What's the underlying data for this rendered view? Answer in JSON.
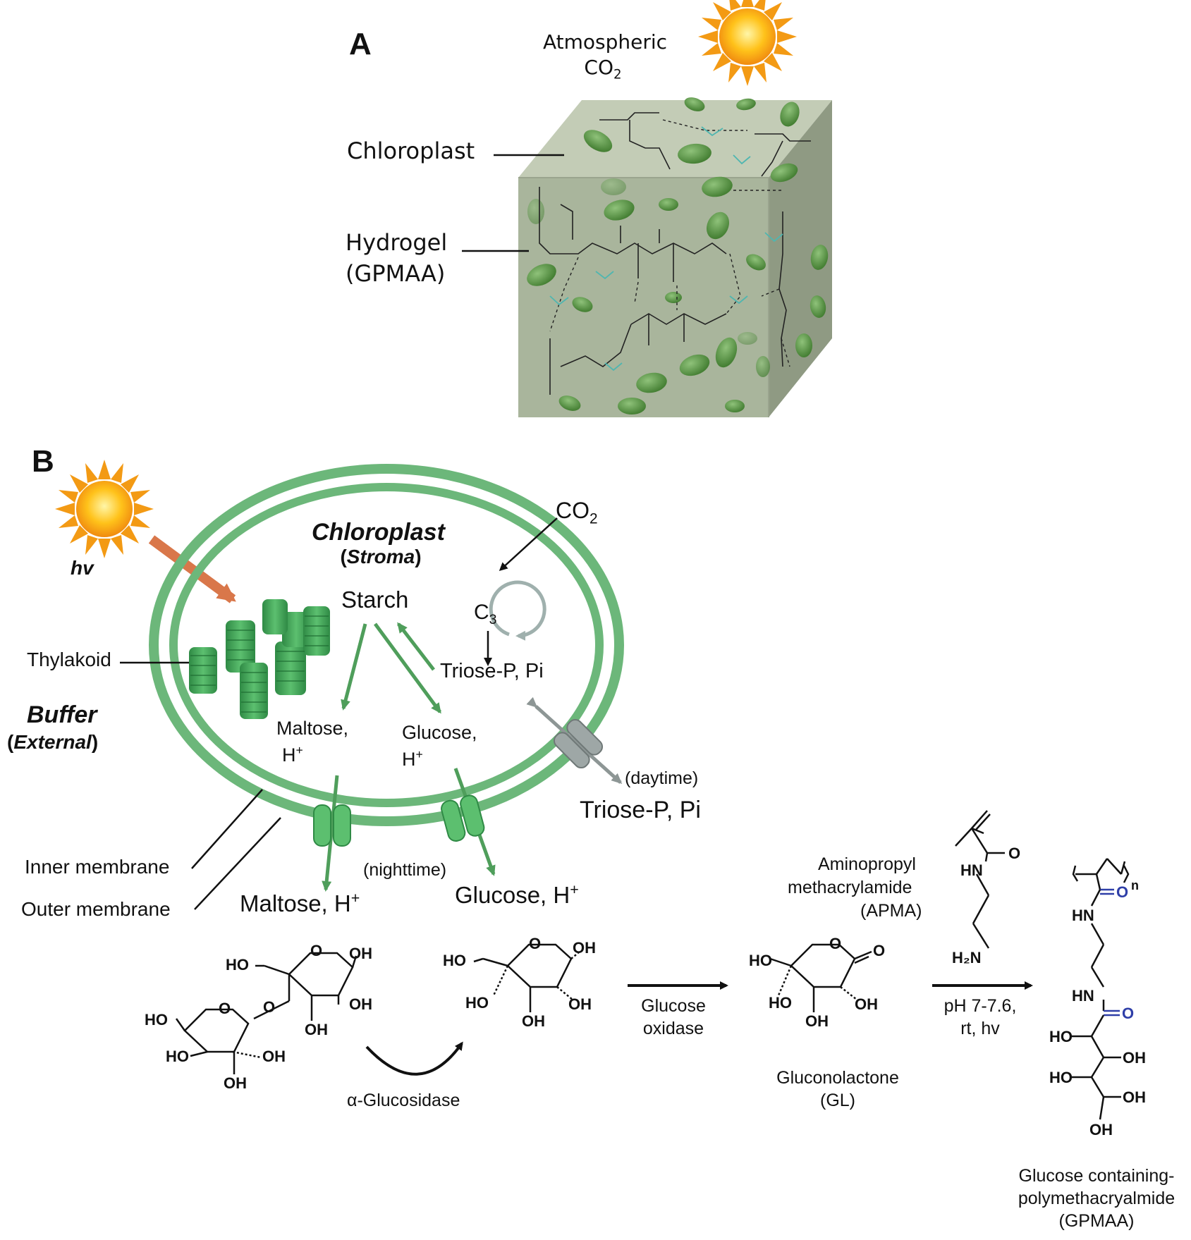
{
  "panel_a": {
    "letter": "A",
    "atmospheric": "Atmospheric",
    "co2_label": "CO",
    "co2_sub": "2",
    "chloroplast_label": "Chloroplast",
    "hydrogel_label": "Hydrogel",
    "hydrogel_abbr": "(GPMAA)",
    "colors": {
      "cube_front": "#a9b59c",
      "cube_top": "#c3ccb6",
      "cube_side": "#8f9a83",
      "chloroplast": "#4e8a3a",
      "h_bond": "#4fb6b0"
    }
  },
  "panel_b": {
    "letter": "B",
    "hv": "hv",
    "chloroplast_title": "Chloroplast",
    "stroma": "Stroma",
    "co2_label": "CO",
    "co2_sub": "2",
    "c3_label": "C",
    "c3_sub": "3",
    "starch": "Starch",
    "triose_inner": "Triose-P, Pi",
    "thylakoid": "Thylakoid",
    "buffer": "Buffer",
    "external": "External",
    "maltose_inner": "Maltose,",
    "maltose_inner_h": "H",
    "glucose_inner": "Glucose,",
    "glucose_inner_h": "H",
    "plus": "+",
    "daytime": "(daytime)",
    "triose_outer": "Triose-P, Pi",
    "nighttime": "(nighttime)",
    "inner_membrane": "Inner membrane",
    "outer_membrane": "Outer membrane",
    "maltose_outer": "Maltose, H",
    "glucose_outer": "Glucose, H",
    "colors": {
      "membrane": "#6cb77a",
      "arrow_green": "#4f9e5b",
      "sun_arrow": "#d9774a",
      "transporter": "#8d9695"
    }
  },
  "reaction": {
    "alpha_glucosidase": "α-Glucosidase",
    "glucose_oxidase_1": "Glucose",
    "glucose_oxidase_2": "oxidase",
    "apma_1": "Aminopropyl",
    "apma_2": "methacrylamide",
    "apma_3": "(APMA)",
    "gl_1": "Gluconolactone",
    "gl_2": "(GL)",
    "cond_1": "pH 7-7.6,",
    "cond_2": "rt, hv",
    "gpmaa_1": "Glucose containing-",
    "gpmaa_2": "polymethacryalmide",
    "gpmaa_3": "(GPMAA)",
    "atoms": {
      "ho": "HO",
      "oh": "OH",
      "o": "O",
      "hn": "HN",
      "h2n": "H₂N",
      "n": "n"
    },
    "colors": {
      "carbonyl": "#2f3fa8"
    }
  }
}
